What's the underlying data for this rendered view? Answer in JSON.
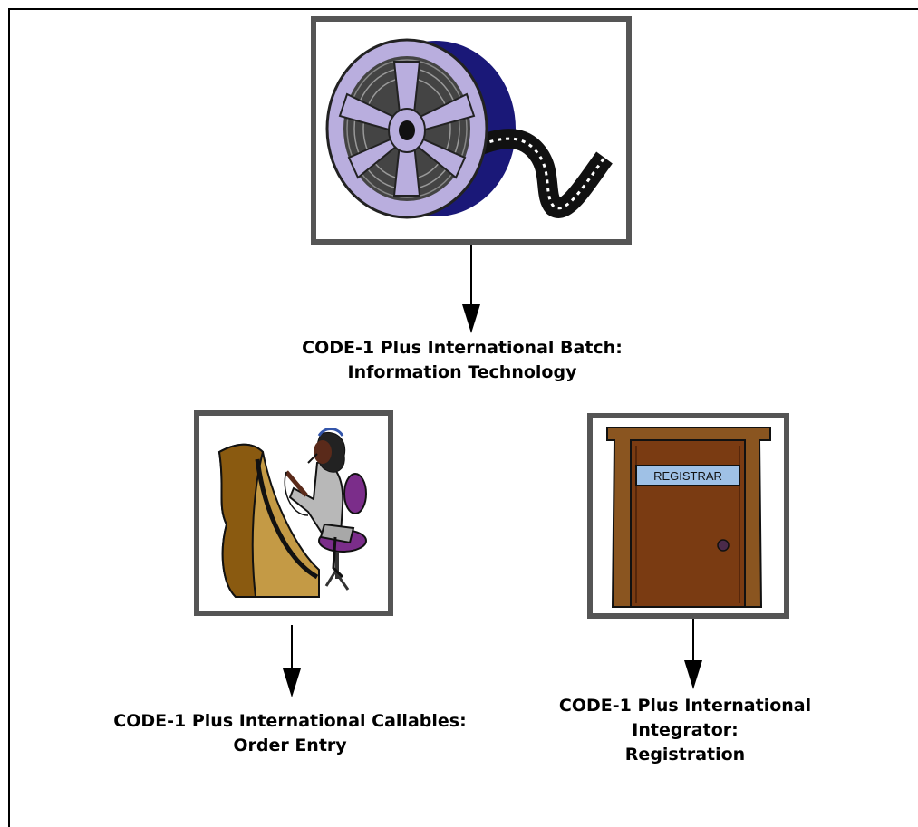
{
  "diagram": {
    "batch": {
      "icon": "film-reel-icon",
      "caption": [
        "CODE-1 Plus International Batch:",
        "Information Technology"
      ]
    },
    "callables": {
      "icon": "call-center-operator-icon",
      "caption": [
        "CODE-1 Plus International Callables:",
        "Order Entry"
      ]
    },
    "integrator": {
      "icon": "registrar-door-icon",
      "door_sign": "REGISTRAR",
      "caption": [
        "CODE-1 Plus International",
        "Integrator:",
        "Registration"
      ]
    }
  },
  "colors": {
    "frame_border": "#555555",
    "reel_face": "#b9aede",
    "reel_back": "#1a1878",
    "chair": "#c49a45",
    "door": "#7a3b12",
    "door_frame": "#8a5520"
  }
}
